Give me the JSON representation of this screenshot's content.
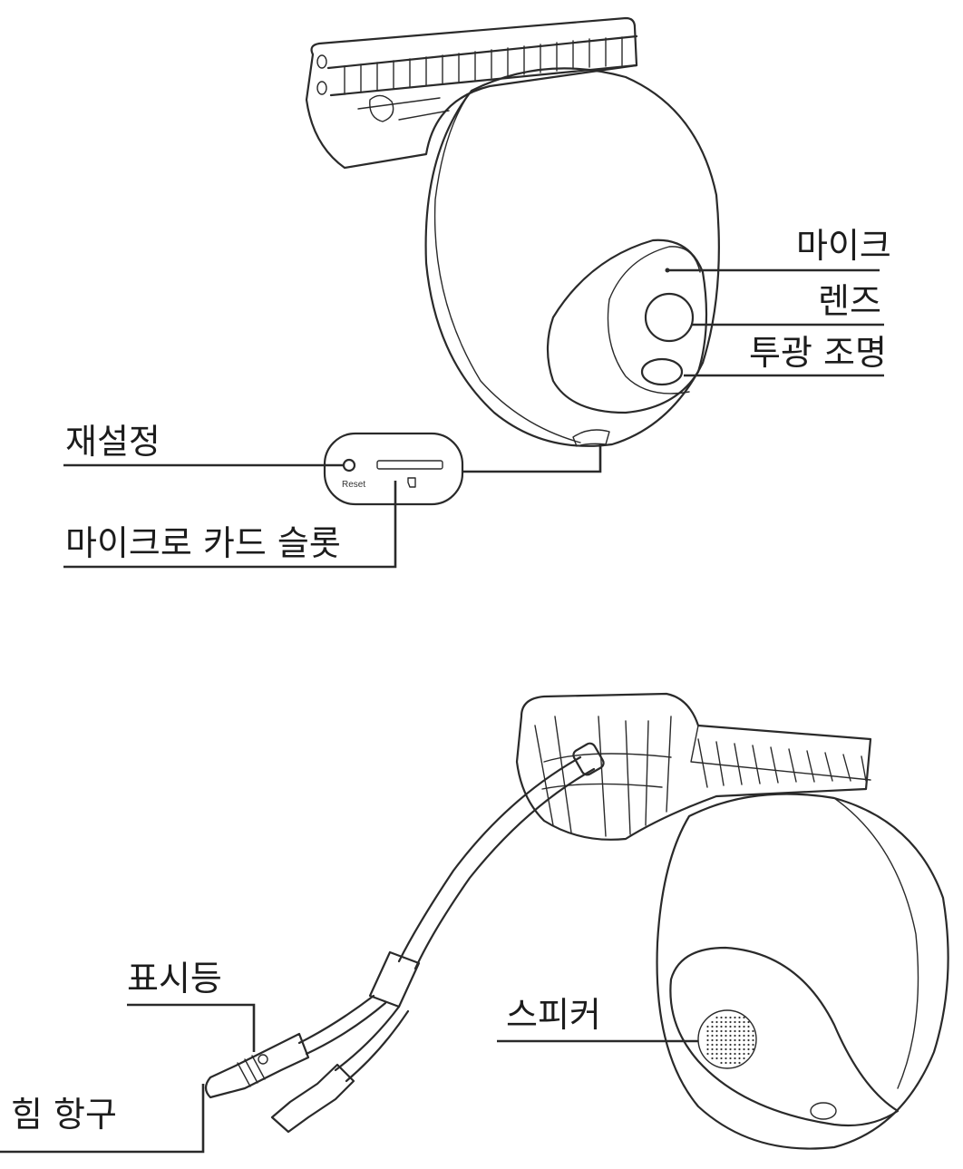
{
  "top_camera": {
    "labels": {
      "mic": "마이크",
      "lens": "렌즈",
      "floodlight": "투광 조명",
      "reset": "재설정",
      "microsd": "마이크로 카드 슬롯"
    },
    "inset": {
      "reset_text": "Reset"
    }
  },
  "bottom_camera": {
    "labels": {
      "indicator": "표시등",
      "power_port": "힘 항구",
      "speaker": "스피커"
    }
  }
}
